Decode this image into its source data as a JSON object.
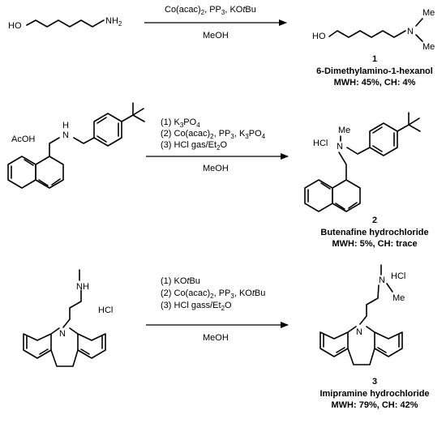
{
  "reaction1": {
    "reactant": {
      "oh": "HO",
      "nh2": "NH",
      "nh2_sub": "2"
    },
    "conditions_above": {
      "p1": "Co(acac)",
      "s1": "2",
      "p2": ", PP",
      "s2": "3",
      "p3": ", KO",
      "p4": "t",
      "p5": "Bu"
    },
    "conditions_below": "MeOH",
    "product": {
      "oh": "HO",
      "n": "N",
      "me1": "Me",
      "me2": "Me"
    },
    "number": "1",
    "name": "6-Dimethylamino-1-hexanol",
    "yield": "MWH: 45%, CH: 4%"
  },
  "reaction2": {
    "reactant": {
      "salt": "AcOH",
      "nh": "N",
      "h": "H"
    },
    "conditions": {
      "l1": {
        "a": "(1) K",
        "s1": "3",
        "b": "PO",
        "s2": "4"
      },
      "l2": {
        "a": "(2) Co(acac)",
        "s1": "2",
        "b": ", PP",
        "s2": "3",
        "c": ", K",
        "s3": "3",
        "d": "PO",
        "s4": "4"
      },
      "l3": {
        "a": "(3) HCl gas/Et",
        "s1": "2",
        "b": "O"
      }
    },
    "conditions_below": "MeOH",
    "product": {
      "salt": "HCl",
      "n": "N",
      "me": "Me"
    },
    "number": "2",
    "name": "Butenafine hydrochloride",
    "yield": "MWH: 5%, CH: trace"
  },
  "reaction3": {
    "reactant": {
      "salt": "HCl",
      "n": "N",
      "nh": "NH"
    },
    "conditions": {
      "l1": {
        "a": "(1) KO",
        "b": "t",
        "c": "Bu"
      },
      "l2": {
        "a": "(2) Co(acac)",
        "s1": "2",
        "b": ", PP",
        "s2": "3",
        "c": ", KO",
        "d": "t",
        "e": "Bu"
      },
      "l3": {
        "a": "(3) HCl gass/Et",
        "s1": "2",
        "b": "O"
      }
    },
    "conditions_below": "MeOH",
    "product": {
      "salt": "HCl",
      "n": "N",
      "n_amine": "N",
      "me": "Me"
    },
    "number": "3",
    "name": "Imipramine hydrochloride",
    "yield": "MWH: 79%, CH: 42%"
  }
}
